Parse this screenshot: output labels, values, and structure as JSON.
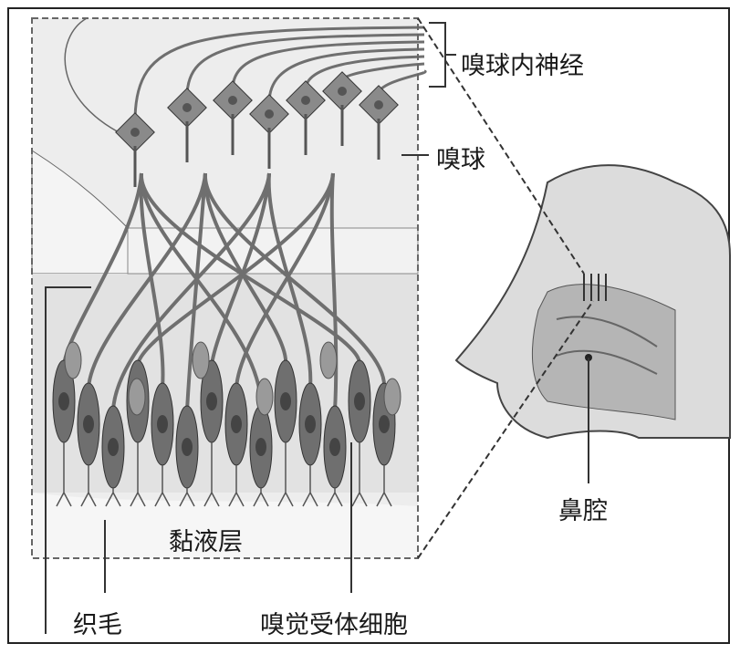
{
  "labels": {
    "olfactory_nerve": "嗅球内神经",
    "olfactory_bulb": "嗅球",
    "nasal_cavity": "鼻腔",
    "mucus_layer": "黏液层",
    "cilia": "织毛",
    "receptor_cells": "嗅觉受体细胞"
  },
  "colors": {
    "cell": "#6f6f6f",
    "tissue": "#d6d6d6",
    "line": "#333333"
  }
}
